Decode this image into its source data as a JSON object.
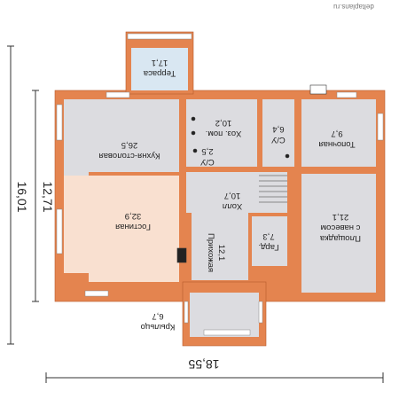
{
  "watermark": "deltaplans.ru",
  "dimensions": {
    "width": "18,55",
    "height_outer": "16,01",
    "height_inner": "12,71"
  },
  "rooms": {
    "terrace": {
      "name": "Терраса",
      "area": "17,1"
    },
    "kitchen": {
      "name": "Кухня-столовая",
      "area": "26,5"
    },
    "utility": {
      "name": "Хоз. пом.",
      "area": "10,2"
    },
    "wc1": {
      "name": "С/У",
      "area": "6,4"
    },
    "boiler": {
      "name": "Топочная",
      "area": "9,7"
    },
    "wc2": {
      "name": "С/У",
      "area": "2,5"
    },
    "living": {
      "name": "Гостиная",
      "area": "32,9"
    },
    "hall": {
      "name": "Холл",
      "area": "10,7"
    },
    "platform": {
      "name": "Площадка с навесом",
      "line1": "Площадка",
      "line2": "с навесом",
      "area": "21,1"
    },
    "study": {
      "name": "Прихожая",
      "area": "12,1"
    },
    "wardrobe": {
      "name": "Гард.",
      "area": "7,3"
    },
    "porch": {
      "name": "Крыльцо",
      "area": "6,7"
    }
  },
  "colors": {
    "wall": "#e4844f",
    "wall_stroke": "#b85a2c",
    "room_grey": "#dcdce0",
    "living_pink": "#f9e0d0",
    "terrace_blue": "#d9e7f2",
    "window_light": "#ffffff",
    "dim_line": "#333333"
  }
}
